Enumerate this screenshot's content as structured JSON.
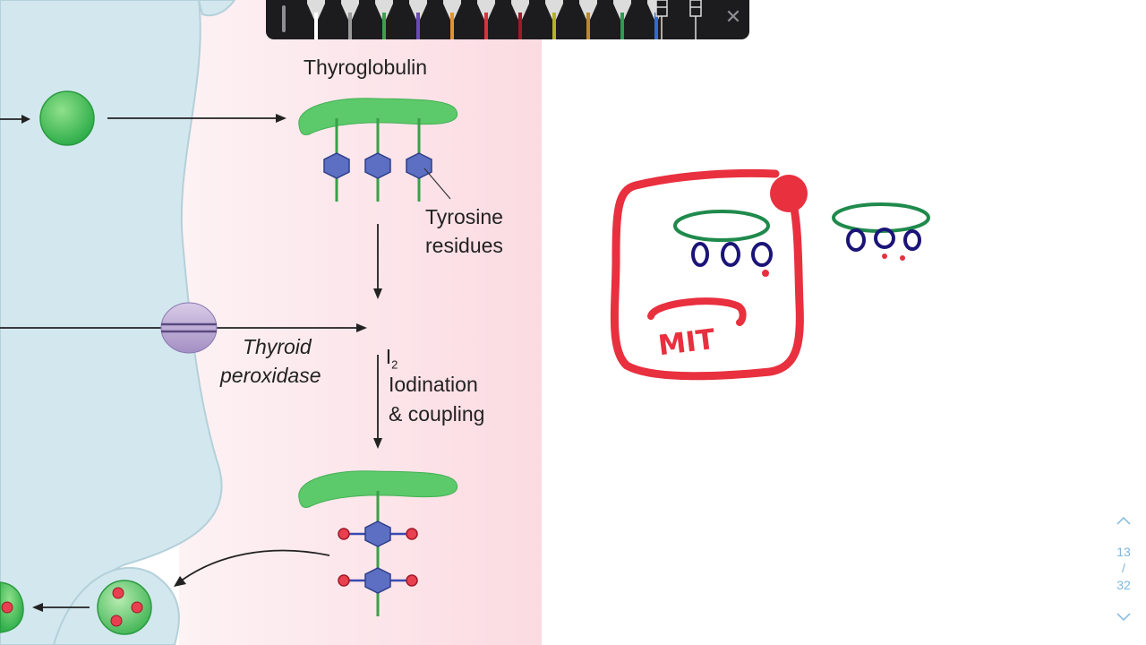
{
  "diagram": {
    "labels": {
      "thyroglobulin": "Thyroglobulin",
      "tyrosine_line1": "Tyrosine",
      "tyrosine_line2": "residues",
      "i2_symbol": "I",
      "i2_subscript": "2",
      "peroxidase_line1": "Thyroid",
      "peroxidase_line2": "peroxidase",
      "iodination_line1": "Iodination",
      "iodination_line2": "& coupling"
    }
  },
  "annotations": {
    "handwritten_text": "MIT",
    "colors": {
      "red": "#e8303f",
      "green": "#1f8a4c",
      "navy": "#1b1478"
    }
  },
  "toolbar": {
    "pens": [
      {
        "name": "pen-white",
        "color": "#ffffff"
      },
      {
        "name": "pen-gray",
        "color": "#9a9a9a"
      },
      {
        "name": "pen-green",
        "color": "#3ea04a"
      },
      {
        "name": "pen-purple",
        "color": "#6a4ab8"
      },
      {
        "name": "pen-orange",
        "color": "#e0952b"
      },
      {
        "name": "pen-red",
        "color": "#d9333a"
      },
      {
        "name": "pen-darkred",
        "color": "#a0182a"
      },
      {
        "name": "pen-olive",
        "color": "#b3b325"
      },
      {
        "name": "pen-brown",
        "color": "#b78a2a"
      },
      {
        "name": "pen-darkgreen",
        "color": "#2e9a54"
      },
      {
        "name": "pen-blue",
        "color": "#2c6ed0"
      }
    ],
    "close_glyph": "✕"
  },
  "pager": {
    "current": "13",
    "total": "32",
    "separator": "/"
  }
}
